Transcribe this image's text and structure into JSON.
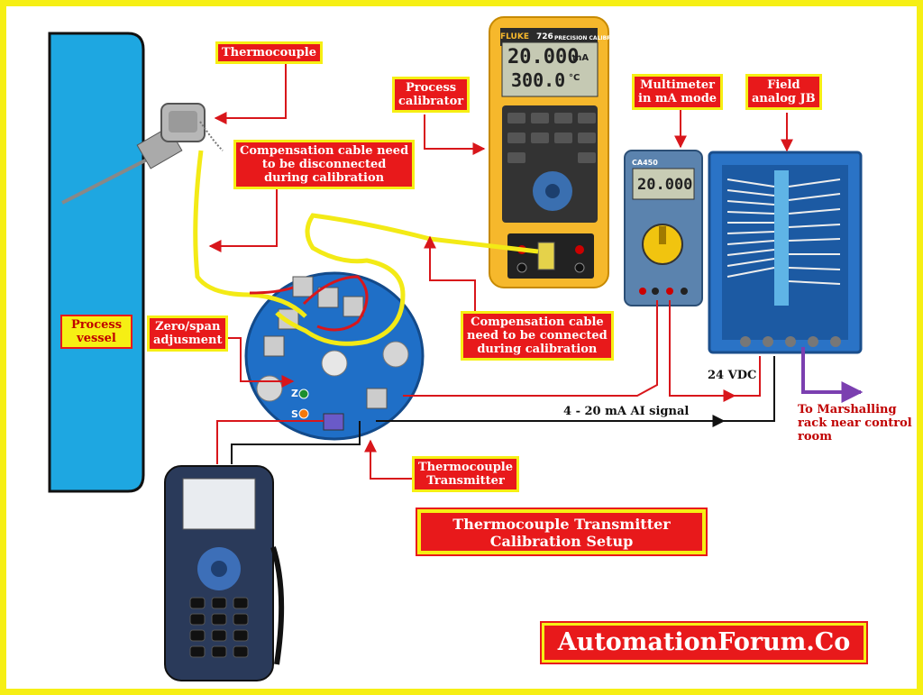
{
  "labels": {
    "thermocouple": "Thermocouple",
    "process_calibrator": "Process\ncalibrator",
    "multimeter": "Multimeter\nin mA mode",
    "field_jb": "Field\nanalog JB",
    "comp_disconnect": "Compensation cable need\nto be disconnected\nduring calibration",
    "comp_connect": "Compensation cable\nneed to be connected\nduring calibration",
    "process_vessel": "Process\nvessel",
    "zero_span": "Zero/span\nadjusment",
    "tc_transmitter": "Thermocouple\nTransmitter",
    "signal": "4 - 20 mA AI signal",
    "supply": "24 VDC",
    "marshalling": "To Marshalling\nrack near control\nroom"
  },
  "calibrator": {
    "brand": "FLUKE",
    "model": "726",
    "subtitle": "PRECISION CALIBRATOR",
    "reading_top": "20.000",
    "unit_top": "mA",
    "reading_bottom": "300.0",
    "unit_bottom": "°C"
  },
  "multimeter": {
    "brand": "CA450",
    "reading": "20.000"
  },
  "transmitter": {
    "z_label": "Z",
    "s_label": "S"
  },
  "title": "Thermocouple Transmitter\nCalibration Setup",
  "brand": "AutomationForum.Co",
  "colors": {
    "frame": "#f6ef14",
    "label_bg": "#e8191b",
    "vessel": "#1ea7e1",
    "wire_red": "#d8161b",
    "wire_yellow": "#f3ea16",
    "marshalling_arrow": "#7b3fb0"
  }
}
